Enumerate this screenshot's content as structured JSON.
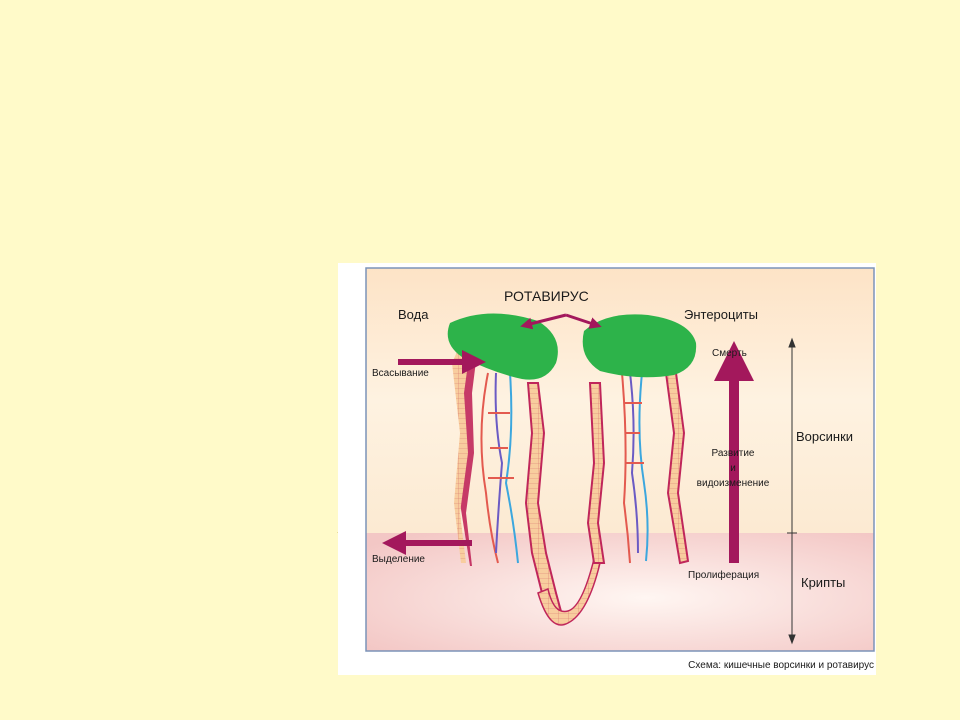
{
  "figure": {
    "labels": {
      "virus": "РОТАВИРУС",
      "water": "Вода",
      "enterocytes": "Энтероциты",
      "absorption": "Всасывание",
      "death": "Смерть",
      "development_line1": "Развитие",
      "development_line2": "и",
      "development_line3": "видоизменение",
      "villi": "Ворсинки",
      "secretion": "Выделение",
      "proliferation": "Пролиферация",
      "crypts": "Крипты"
    },
    "caption": "Схема: кишечные ворсинки и ротавирус"
  },
  "colors": {
    "slide_background": "#FFFAC9",
    "upper_zone": "#FCE6C8",
    "crypt_zone": "#F6CFCC",
    "frame": "#7B93B8",
    "virus": "#2DB34A",
    "arrow": "#A3185C",
    "cell_wall": "#C0265A",
    "cell_fill": "#F7CA9A",
    "vessel_blue": "#3CA7DE",
    "vessel_purple": "#6B5BC4",
    "vessel_red": "#E35A4F"
  }
}
